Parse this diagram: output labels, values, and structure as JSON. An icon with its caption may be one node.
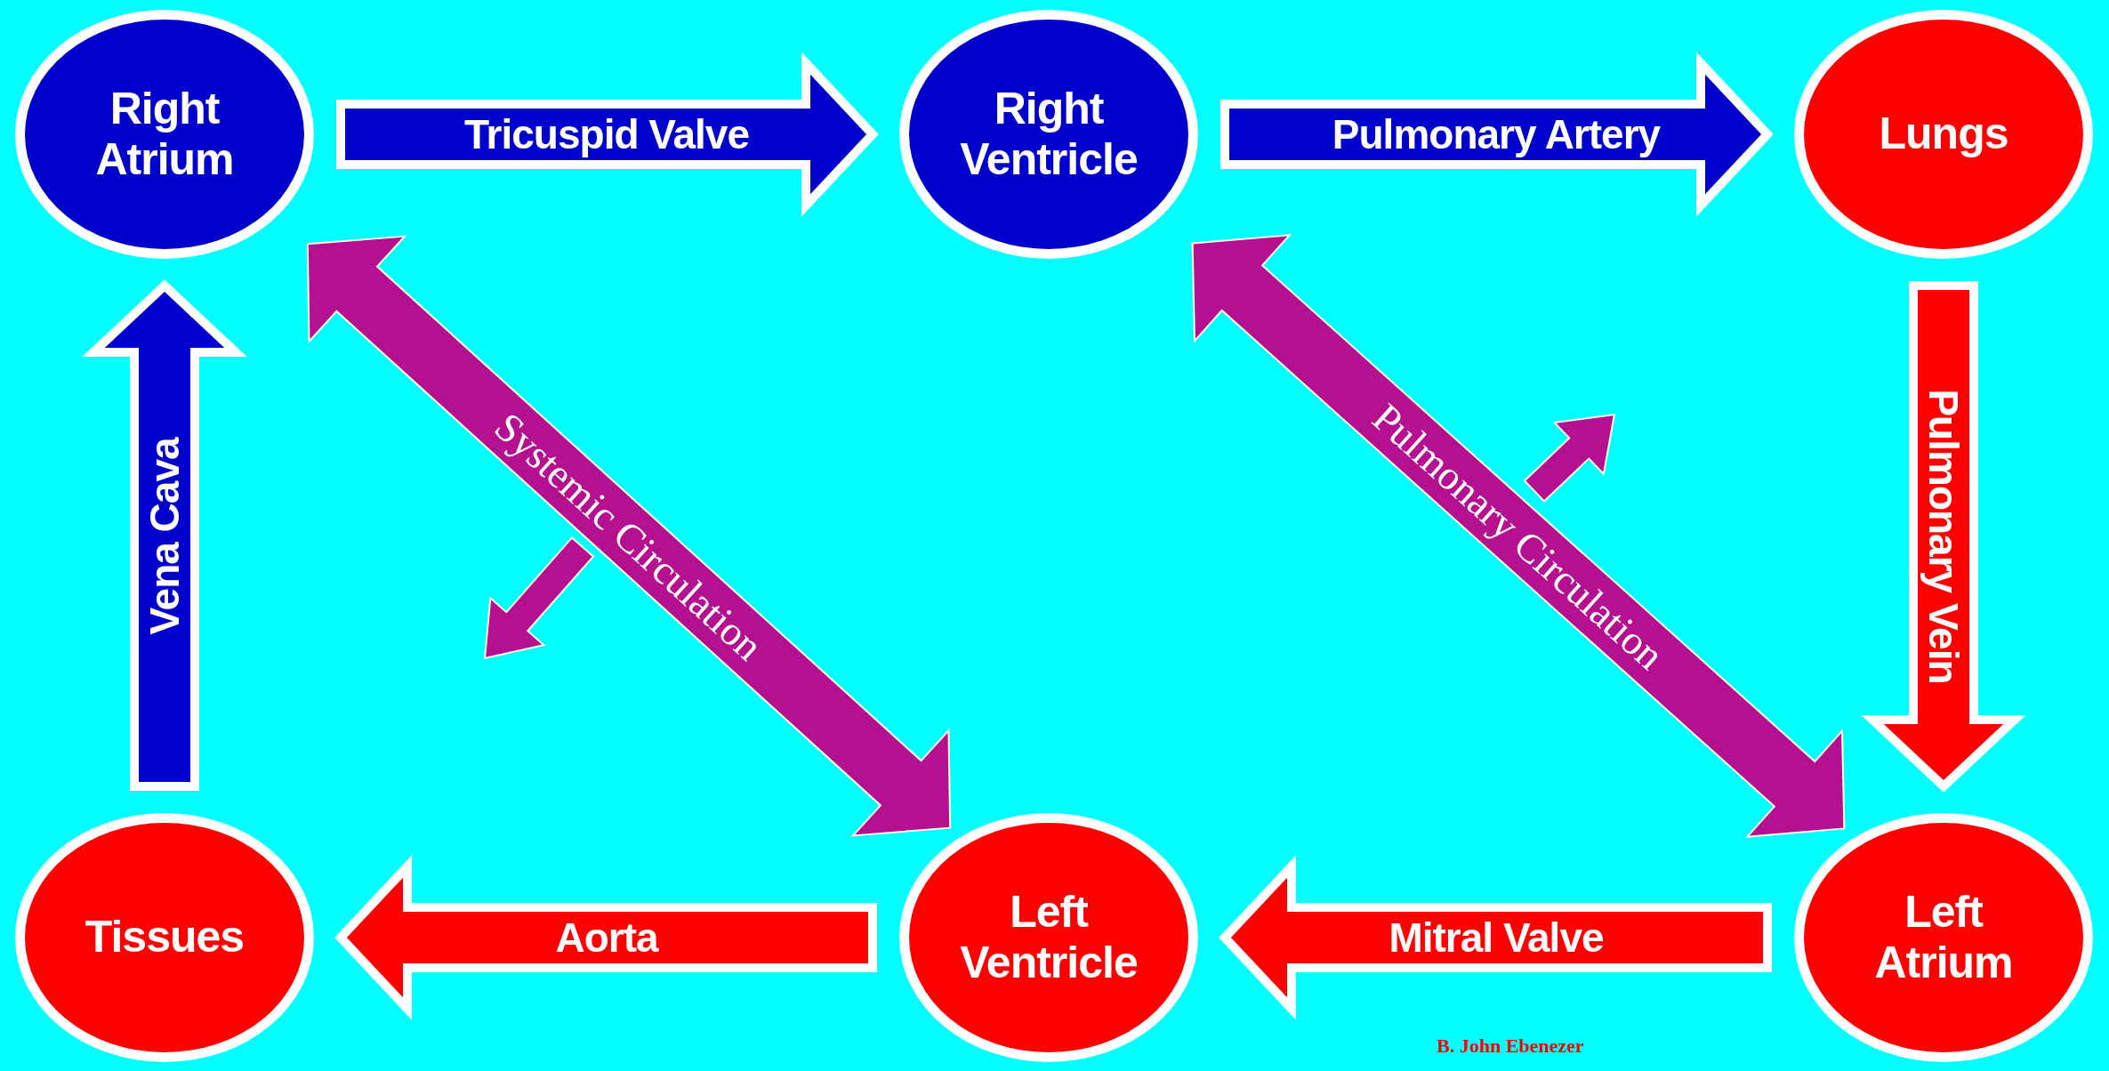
{
  "diagram": {
    "nodes": [
      {
        "text": [
          "Right Atrium"
        ]
      },
      {
        "text": [
          "Right Ventricle"
        ]
      },
      {
        "text": [
          "Lungs"
        ]
      },
      {
        "text": [
          "Tissues"
        ]
      },
      {
        "text": [
          "Left Ventricle"
        ]
      },
      {
        "text": [
          "Left Atrium"
        ]
      }
    ],
    "edges": [
      {
        "from": 0,
        "to": 1,
        "arrow": "to",
        "label": "Tricuspid Valve",
        "style": "thick",
        "color": "#0000cc"
      },
      {
        "from": 1,
        "to": 2,
        "arrow": "to",
        "label": "Pulmonary Artery",
        "style": "thick",
        "color": "#0000cc"
      },
      {
        "from": 2,
        "to": 5,
        "arrow": "to",
        "label": "Pulmonary Vein",
        "style": "thick",
        "color": "#ff0000"
      },
      {
        "from": 5,
        "to": 4,
        "arrow": "to",
        "label": "Mitral Valve",
        "style": "thick",
        "color": "#ff0000"
      },
      {
        "from": 4,
        "to": 3,
        "arrow": "to",
        "label": "Aorta",
        "style": "thick",
        "color": "#ff0000"
      },
      {
        "from": 3,
        "to": 0,
        "arrow": "to",
        "label": "Vena Cava",
        "style": "thick",
        "color": "#0000cc"
      },
      {
        "from": 0,
        "to": 4,
        "arrow": "both",
        "label": "Systemic Circulation",
        "style": "thick",
        "color": "#b5108f"
      },
      {
        "from": 1,
        "to": 5,
        "arrow": "both",
        "label": "Pulmonary Circulation",
        "style": "thick",
        "color": "#b5108f"
      }
    ],
    "labels": [
      "B. John Ebenezer"
    ]
  }
}
